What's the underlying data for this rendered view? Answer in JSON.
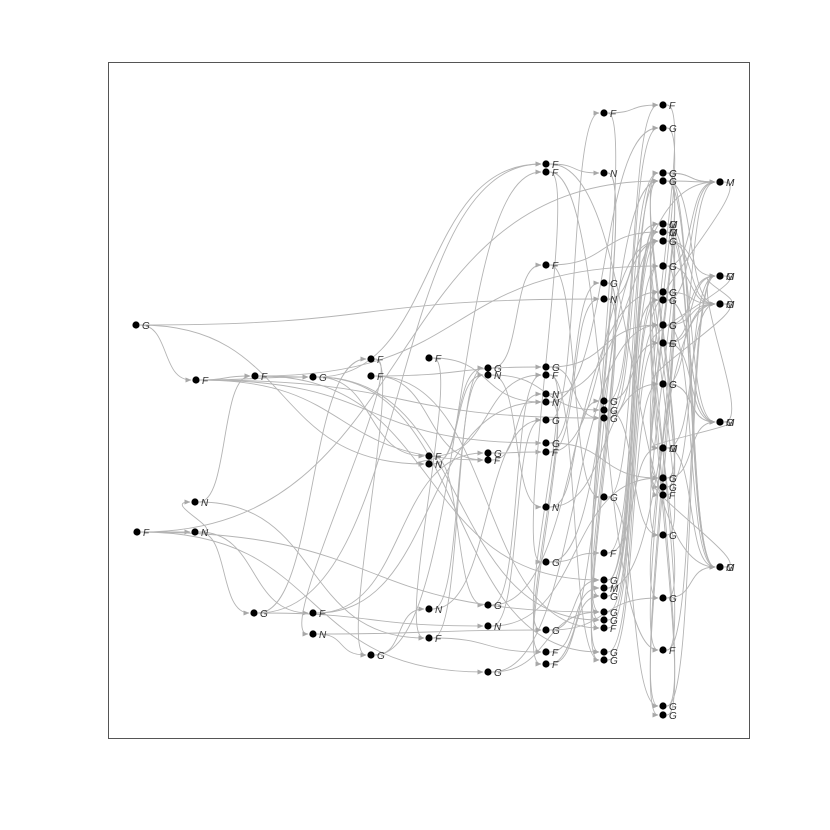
{
  "colors": {
    "edge": "#b4b4b4",
    "arrow": "#a8a8a8",
    "node": "#000000",
    "frame": "#555555"
  },
  "nodes": [
    {
      "id": "n1",
      "label": "G"
    },
    {
      "id": "n2",
      "label": "F"
    },
    {
      "id": "n3",
      "label": "F"
    },
    {
      "id": "n4",
      "label": "N"
    },
    {
      "id": "n5",
      "label": "N"
    },
    {
      "id": "n6",
      "label": "F"
    },
    {
      "id": "n7",
      "label": "G"
    },
    {
      "id": "n8",
      "label": "G"
    },
    {
      "id": "n9",
      "label": "F"
    },
    {
      "id": "n10",
      "label": "N"
    },
    {
      "id": "n11",
      "label": "F"
    },
    {
      "id": "n12",
      "label": "F"
    },
    {
      "id": "n13",
      "label": "G"
    },
    {
      "id": "n14",
      "label": "F"
    },
    {
      "id": "n15",
      "label": "F"
    },
    {
      "id": "n16",
      "label": "N"
    },
    {
      "id": "n17",
      "label": "N"
    },
    {
      "id": "n18",
      "label": "F"
    },
    {
      "id": "n19",
      "label": "G"
    },
    {
      "id": "n20",
      "label": "F"
    },
    {
      "id": "n21",
      "label": "G"
    },
    {
      "id": "n22",
      "label": "N"
    },
    {
      "id": "n23",
      "label": "G"
    },
    {
      "id": "n24",
      "label": "N"
    },
    {
      "id": "n25",
      "label": "G"
    },
    {
      "id": "n26",
      "label": "F"
    },
    {
      "id": "n27",
      "label": "F"
    },
    {
      "id": "n28",
      "label": "F"
    },
    {
      "id": "n29",
      "label": "G"
    },
    {
      "id": "n30",
      "label": "F"
    },
    {
      "id": "n31",
      "label": "N"
    },
    {
      "id": "n32",
      "label": "N"
    },
    {
      "id": "n33",
      "label": "G"
    },
    {
      "id": "n34",
      "label": "G"
    },
    {
      "id": "n35",
      "label": "F"
    },
    {
      "id": "n36",
      "label": "N"
    },
    {
      "id": "n37",
      "label": "G"
    },
    {
      "id": "n38",
      "label": "G"
    },
    {
      "id": "n39",
      "label": "F"
    },
    {
      "id": "n40",
      "label": "F"
    },
    {
      "id": "n41",
      "label": "F"
    },
    {
      "id": "n42",
      "label": "N"
    },
    {
      "id": "n43",
      "label": "G"
    },
    {
      "id": "n44",
      "label": "N"
    },
    {
      "id": "n45",
      "label": "G"
    },
    {
      "id": "n46",
      "label": "G"
    },
    {
      "id": "n47",
      "label": "G"
    },
    {
      "id": "n48",
      "label": "G"
    },
    {
      "id": "n49",
      "label": "F"
    },
    {
      "id": "n50",
      "label": "G"
    },
    {
      "id": "n51",
      "label": "M"
    },
    {
      "id": "n52",
      "label": "G"
    },
    {
      "id": "n53",
      "label": "G"
    },
    {
      "id": "n54",
      "label": "G"
    },
    {
      "id": "n55",
      "label": "F"
    },
    {
      "id": "n56",
      "label": "G"
    },
    {
      "id": "n57",
      "label": "G"
    },
    {
      "id": "n58",
      "label": "F"
    },
    {
      "id": "n59",
      "label": "G"
    },
    {
      "id": "n60",
      "label": "G"
    },
    {
      "id": "n61",
      "label": "G"
    },
    {
      "id": "n62",
      "label": "M"
    },
    {
      "id": "n63",
      "label": "G"
    },
    {
      "id": "n64",
      "label": "G"
    },
    {
      "id": "n65",
      "label": "G"
    },
    {
      "id": "n66",
      "label": "G"
    },
    {
      "id": "n67",
      "label": "G"
    },
    {
      "id": "n68",
      "label": "G"
    },
    {
      "id": "n69",
      "label": "F"
    },
    {
      "id": "n70",
      "label": "G"
    },
    {
      "id": "n71",
      "label": "M"
    },
    {
      "id": "n72",
      "label": "G"
    },
    {
      "id": "n73",
      "label": "G"
    },
    {
      "id": "n74",
      "label": "F"
    },
    {
      "id": "n75",
      "label": "G"
    },
    {
      "id": "n76",
      "label": "F"
    },
    {
      "id": "n77",
      "label": "G"
    },
    {
      "id": "n78",
      "label": "G"
    },
    {
      "id": "n79",
      "label": "G"
    },
    {
      "id": "n80",
      "label": "M"
    },
    {
      "id": "n81",
      "label": "G"
    },
    {
      "id": "n82",
      "label": "G"
    },
    {
      "id": "n83",
      "label": "G"
    },
    {
      "id": "n84",
      "label": "G"
    },
    {
      "id": "n85",
      "label": "G"
    },
    {
      "id": "n86",
      "label": "G"
    },
    {
      "id": "n87",
      "label": "G"
    },
    {
      "id": "n88",
      "label": "M"
    },
    {
      "id": "n89",
      "label": "G"
    },
    {
      "id": "n90",
      "label": "G"
    },
    {
      "id": "n91",
      "label": "G"
    },
    {
      "id": "n92",
      "label": "G"
    },
    {
      "id": "n93",
      "label": "G"
    },
    {
      "id": "n94",
      "label": "G"
    },
    {
      "id": "n95",
      "label": "G"
    },
    {
      "id": "n96",
      "label": "G"
    },
    {
      "id": "n97",
      "label": "G"
    },
    {
      "id": "n98",
      "label": "M"
    },
    {
      "id": "n99",
      "label": "M"
    },
    {
      "id": "n100",
      "label": "M"
    },
    {
      "id": "n101",
      "label": "M"
    },
    {
      "id": "n102",
      "label": "M"
    }
  ],
  "edges": [
    [
      "n1",
      "n2"
    ],
    [
      "n1",
      "n16"
    ],
    [
      "n2",
      "n3"
    ],
    [
      "n2",
      "n8"
    ],
    [
      "n2",
      "n20"
    ],
    [
      "n2",
      "n34"
    ],
    [
      "n3",
      "n8"
    ],
    [
      "n3",
      "n65"
    ],
    [
      "n8",
      "n15"
    ],
    [
      "n8",
      "n54"
    ],
    [
      "n8",
      "n26"
    ],
    [
      "n14",
      "n18"
    ],
    [
      "n15",
      "n16"
    ],
    [
      "n15",
      "n23"
    ],
    [
      "n18",
      "n21"
    ],
    [
      "n18",
      "n39"
    ],
    [
      "n6",
      "n5"
    ],
    [
      "n6",
      "n25"
    ],
    [
      "n6",
      "n86"
    ],
    [
      "n5",
      "n4"
    ],
    [
      "n5",
      "n7"
    ],
    [
      "n5",
      "n9"
    ],
    [
      "n4",
      "n3"
    ],
    [
      "n7",
      "n11"
    ],
    [
      "n7",
      "n26"
    ],
    [
      "n11",
      "n10"
    ],
    [
      "n11",
      "n13"
    ],
    [
      "n10",
      "n13"
    ],
    [
      "n13",
      "n27"
    ],
    [
      "n13",
      "n17"
    ],
    [
      "n12",
      "n55"
    ],
    [
      "n9",
      "n19"
    ],
    [
      "n12",
      "n20"
    ],
    [
      "n17",
      "n22"
    ],
    [
      "n17",
      "n33"
    ],
    [
      "n19",
      "n35"
    ],
    [
      "n20",
      "n31"
    ],
    [
      "n22",
      "n46"
    ],
    [
      "n24",
      "n33"
    ],
    [
      "n23",
      "n30"
    ],
    [
      "n16",
      "n21"
    ],
    [
      "n16",
      "n22"
    ],
    [
      "n21",
      "n28"
    ],
    [
      "n22",
      "n36"
    ],
    [
      "n25",
      "n53"
    ],
    [
      "n26",
      "n42"
    ],
    [
      "n27",
      "n37"
    ],
    [
      "n28",
      "n48"
    ],
    [
      "n29",
      "n47"
    ],
    [
      "n30",
      "n38"
    ],
    [
      "n31",
      "n39"
    ],
    [
      "n32",
      "n40"
    ],
    [
      "n33",
      "n41"
    ],
    [
      "n34",
      "n43"
    ],
    [
      "n35",
      "n44"
    ],
    [
      "n36",
      "n45"
    ],
    [
      "n37",
      "n49"
    ],
    [
      "n38",
      "n50"
    ],
    [
      "n39",
      "n51"
    ],
    [
      "n40",
      "n52"
    ],
    [
      "n41",
      "n53"
    ],
    [
      "n42",
      "n54"
    ],
    [
      "n43",
      "n56"
    ],
    [
      "n44",
      "n57"
    ],
    [
      "n45",
      "n58"
    ],
    [
      "n46",
      "n59"
    ],
    [
      "n47",
      "n60"
    ],
    [
      "n48",
      "n61"
    ],
    [
      "n49",
      "n62"
    ],
    [
      "n50",
      "n63"
    ],
    [
      "n51",
      "n64"
    ],
    [
      "n52",
      "n65"
    ],
    [
      "n53",
      "n66"
    ],
    [
      "n54",
      "n67"
    ],
    [
      "n55",
      "n68"
    ],
    [
      "n56",
      "n69"
    ],
    [
      "n57",
      "n70"
    ],
    [
      "n58",
      "n71"
    ],
    [
      "n59",
      "n72"
    ],
    [
      "n60",
      "n73"
    ],
    [
      "n61",
      "n74"
    ],
    [
      "n62",
      "n75"
    ],
    [
      "n63",
      "n76"
    ],
    [
      "n64",
      "n77"
    ],
    [
      "n65",
      "n78"
    ],
    [
      "n66",
      "n79"
    ],
    [
      "n67",
      "n80"
    ],
    [
      "n68",
      "n81"
    ],
    [
      "n69",
      "n82"
    ],
    [
      "n70",
      "n83"
    ],
    [
      "n71",
      "n84"
    ],
    [
      "n72",
      "n85"
    ],
    [
      "n73",
      "n86"
    ],
    [
      "n74",
      "n87"
    ],
    [
      "n75",
      "n88"
    ],
    [
      "n76",
      "n89"
    ],
    [
      "n77",
      "n90"
    ],
    [
      "n78",
      "n91"
    ],
    [
      "n79",
      "n92"
    ],
    [
      "n80",
      "n93"
    ],
    [
      "n81",
      "n94"
    ],
    [
      "n82",
      "n95"
    ],
    [
      "n83",
      "n96"
    ],
    [
      "n84",
      "n97"
    ],
    [
      "n85",
      "n98"
    ],
    [
      "n86",
      "n99"
    ],
    [
      "n87",
      "n100"
    ],
    [
      "n88",
      "n101"
    ],
    [
      "n89",
      "n102"
    ],
    [
      "n90",
      "n98"
    ],
    [
      "n91",
      "n99"
    ],
    [
      "n92",
      "n100"
    ],
    [
      "n93",
      "n101"
    ],
    [
      "n94",
      "n102"
    ],
    [
      "n95",
      "n98"
    ],
    [
      "n96",
      "n99"
    ],
    [
      "n97",
      "n100"
    ],
    [
      "n60",
      "n98"
    ],
    [
      "n61",
      "n98"
    ],
    [
      "n64",
      "n99"
    ],
    [
      "n65",
      "n99"
    ],
    [
      "n67",
      "n100"
    ],
    [
      "n70",
      "n100"
    ],
    [
      "n73",
      "n102"
    ],
    [
      "n76",
      "n102"
    ],
    [
      "n77",
      "n102"
    ],
    [
      "n79",
      "n101"
    ],
    [
      "n81",
      "n102"
    ],
    [
      "n82",
      "n102"
    ],
    [
      "n83",
      "n102"
    ],
    [
      "n84",
      "n101"
    ],
    [
      "n85",
      "n101"
    ],
    [
      "n86",
      "n101"
    ],
    [
      "n87",
      "n101"
    ],
    [
      "n68",
      "n99"
    ],
    [
      "n69",
      "n100"
    ],
    [
      "n6",
      "n53"
    ],
    [
      "n1",
      "n44"
    ],
    [
      "n2",
      "n47"
    ],
    [
      "n3",
      "n50"
    ],
    [
      "n8",
      "n56"
    ],
    [
      "n14",
      "n32"
    ],
    [
      "n12",
      "n29"
    ],
    [
      "n15",
      "n30"
    ],
    [
      "n23",
      "n66"
    ],
    [
      "n24",
      "n72"
    ],
    [
      "n25",
      "n93"
    ],
    [
      "n26",
      "n84"
    ],
    [
      "n27",
      "n76"
    ],
    [
      "n28",
      "n63"
    ],
    [
      "n29",
      "n68"
    ],
    [
      "n30",
      "n57"
    ],
    [
      "n31",
      "n80"
    ],
    [
      "n32",
      "n59"
    ],
    [
      "n34",
      "n97"
    ],
    [
      "n35",
      "n64"
    ],
    [
      "n36",
      "n95"
    ],
    [
      "n37",
      "n89"
    ],
    [
      "n38",
      "n79"
    ],
    [
      "n40",
      "n61"
    ],
    [
      "n41",
      "n58"
    ],
    [
      "n42",
      "n52"
    ],
    [
      "n43",
      "n55"
    ],
    [
      "n44",
      "n62"
    ],
    [
      "n45",
      "n69"
    ],
    [
      "n46",
      "n75"
    ],
    [
      "n47",
      "n67"
    ],
    [
      "n48",
      "n77"
    ],
    [
      "n49",
      "n71"
    ],
    [
      "n50",
      "n85"
    ],
    [
      "n51",
      "n82"
    ],
    [
      "n52",
      "n87"
    ],
    [
      "n4",
      "n18"
    ],
    [
      "n7",
      "n24"
    ],
    [
      "n9",
      "n32"
    ],
    [
      "n10",
      "n38"
    ]
  ]
}
